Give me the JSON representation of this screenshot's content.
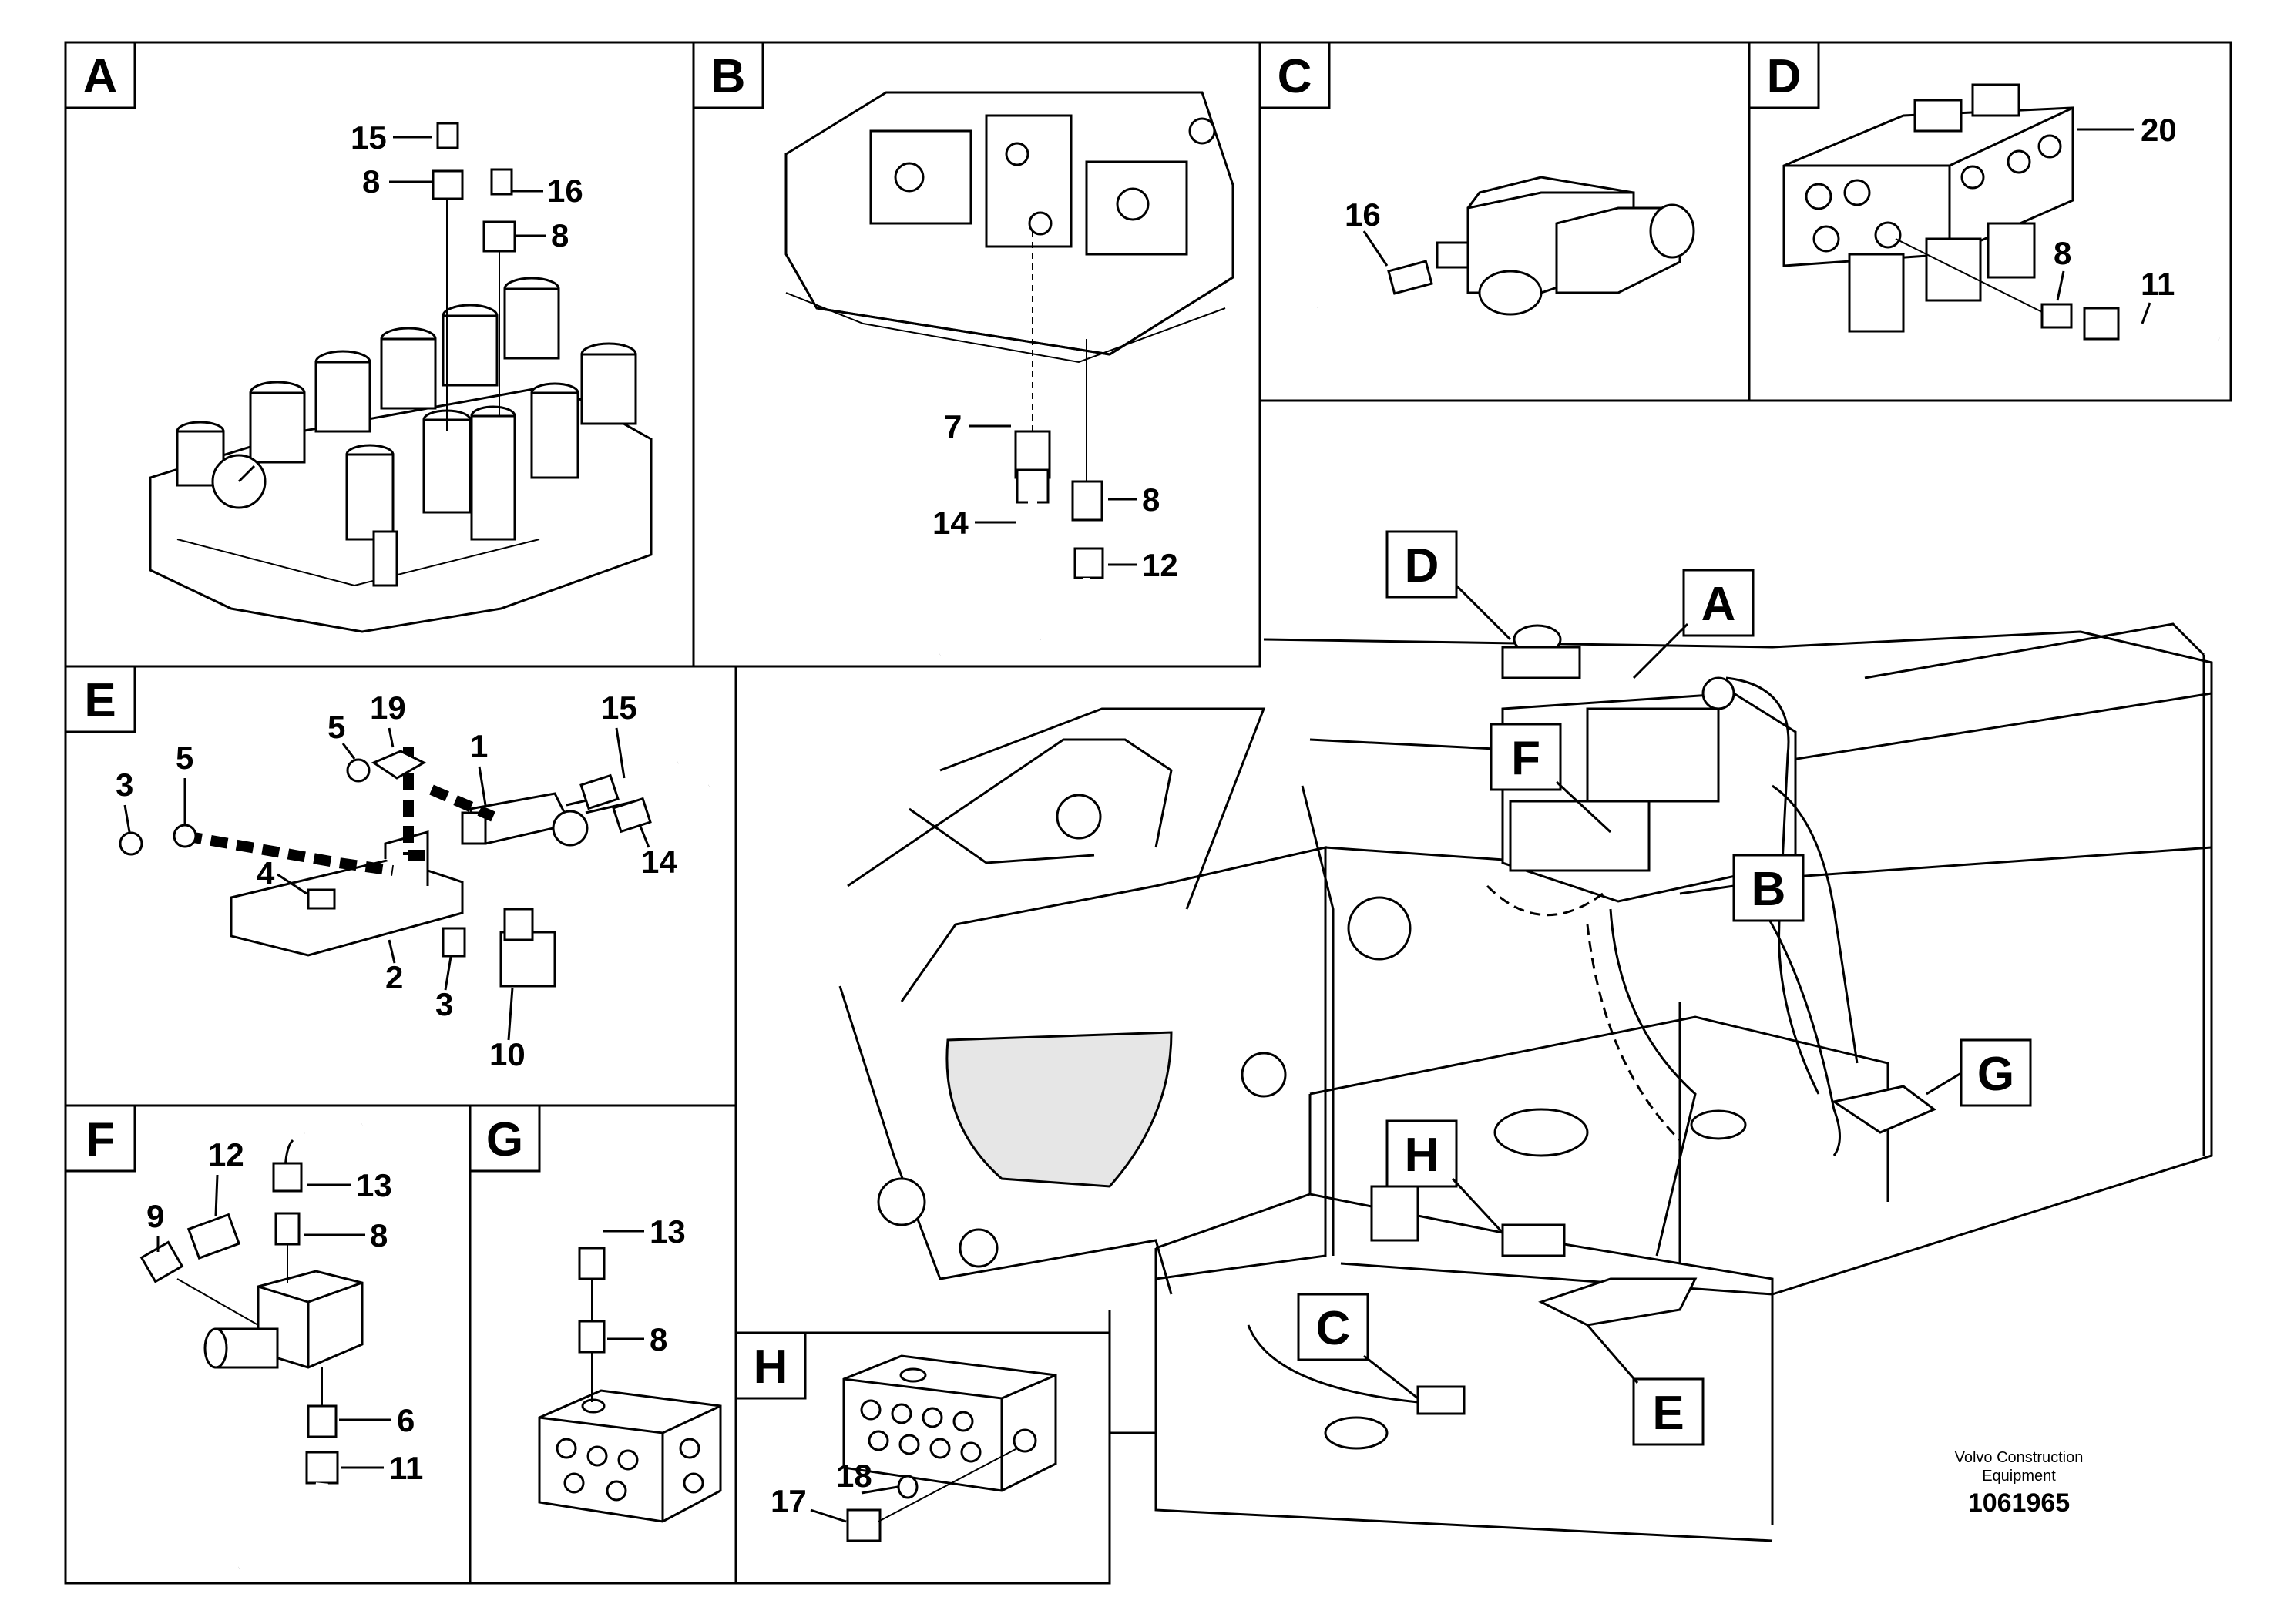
{
  "panels": {
    "A": {
      "tag": "A",
      "callouts": [
        "15",
        "8",
        "16",
        "8"
      ]
    },
    "B": {
      "tag": "B",
      "callouts": [
        "7",
        "14",
        "8",
        "12"
      ]
    },
    "C": {
      "tag": "C",
      "callouts": [
        "16"
      ]
    },
    "D": {
      "tag": "D",
      "callouts": [
        "20",
        "8",
        "11"
      ]
    },
    "E": {
      "tag": "E",
      "callouts": [
        "19",
        "5",
        "1",
        "15",
        "3",
        "5",
        "4",
        "14",
        "2",
        "3",
        "10"
      ]
    },
    "F": {
      "tag": "F",
      "callouts": [
        "12",
        "13",
        "9",
        "8",
        "6",
        "11"
      ]
    },
    "G": {
      "tag": "G",
      "callouts": [
        "13",
        "8"
      ]
    },
    "H": {
      "tag": "H",
      "callouts": [
        "17",
        "18"
      ]
    }
  },
  "overview_tags": [
    "D",
    "A",
    "F",
    "B",
    "G",
    "H",
    "C",
    "E"
  ],
  "footer": {
    "brand_line1": "Volvo Construction",
    "brand_line2": "Equipment",
    "doc_number": "1061965"
  }
}
